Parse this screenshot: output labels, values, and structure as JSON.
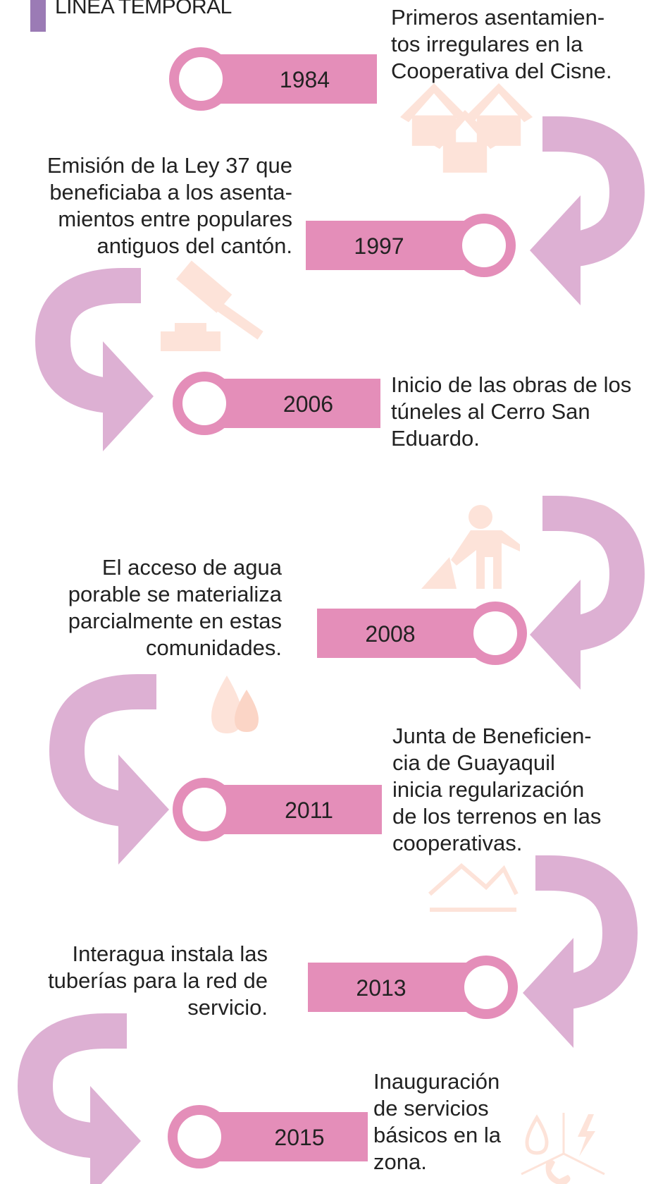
{
  "title": "LÍNEA TEMPORAL",
  "colors": {
    "pill": "#e48eb9",
    "arrow": "#ddb0d3",
    "icon": "#fde3d9",
    "accent_bar": "#9b7bb5"
  },
  "events": [
    {
      "year": "1984",
      "text": [
        "Primeros asentamien-",
        "tos irregulares en la",
        "Cooperativa del Cisne."
      ],
      "icon": "houses-icon"
    },
    {
      "year": "1997",
      "text": [
        "Emisión de la Ley 37 que",
        "beneficiaba a los asenta-",
        "mientos entre populares",
        "antiguos del cantón."
      ],
      "icon": "gavel-icon"
    },
    {
      "year": "2006",
      "text": [
        "Inicio de las obras de los",
        "túneles al Cerro San",
        "Eduardo."
      ],
      "icon": ""
    },
    {
      "year": "2008",
      "text": [
        "El acceso de agua",
        "porable se materializa",
        "parcialmente en estas",
        "comunidades."
      ],
      "icon": "worker-shovel-icon"
    },
    {
      "year": "2011",
      "text": [
        "Junta de Beneficien-",
        "cia de Guayaquil",
        "inicia regularización",
        "de los terrenos en las",
        "cooperativas."
      ],
      "icon": "water-drops-icon"
    },
    {
      "year": "2013",
      "text": [
        "Interagua instala las",
        "tuberías para la red de",
        "servicio."
      ],
      "icon": "mountains-icon"
    },
    {
      "year": "2015",
      "text": [
        "Inauguración",
        "de servicios",
        "básicos en la",
        "zona."
      ],
      "icon": "utilities-icon"
    }
  ]
}
